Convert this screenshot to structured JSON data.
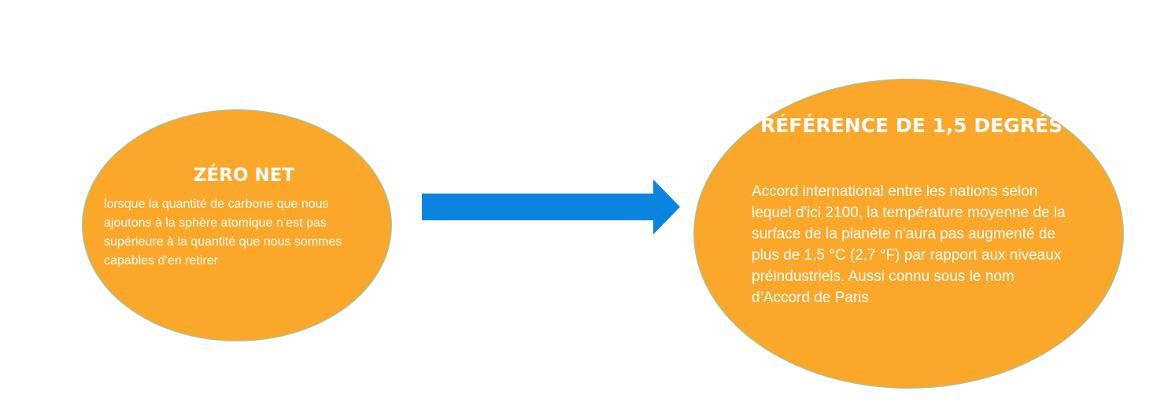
{
  "colors": {
    "ellipse_fill": "#faa72a",
    "ellipse_border": "#7fd3c6",
    "arrow": "#0b84e0",
    "text": "#ffffff"
  },
  "left_node": {
    "title": "ZÉRO NET",
    "description": "lorsque la quantité de carbone que nous ajoutons à la sphère atomique n’est pas supérieure à la quantité que nous sommes capables d’en retirer"
  },
  "right_node": {
    "title": "RÉFÉRENCE DE 1,5 DEGRÉS",
    "description": "Accord international entre les nations selon lequel d'ici 2100, la température moyenne de la surface de la planète n'aura pas augmenté de plus de 1,5 °C (2,7 °F) par rapport aux niveaux préindustriels. Aussi connu sous le nom d’Accord de Paris"
  },
  "connector": {
    "icon": "right-arrow-icon"
  }
}
